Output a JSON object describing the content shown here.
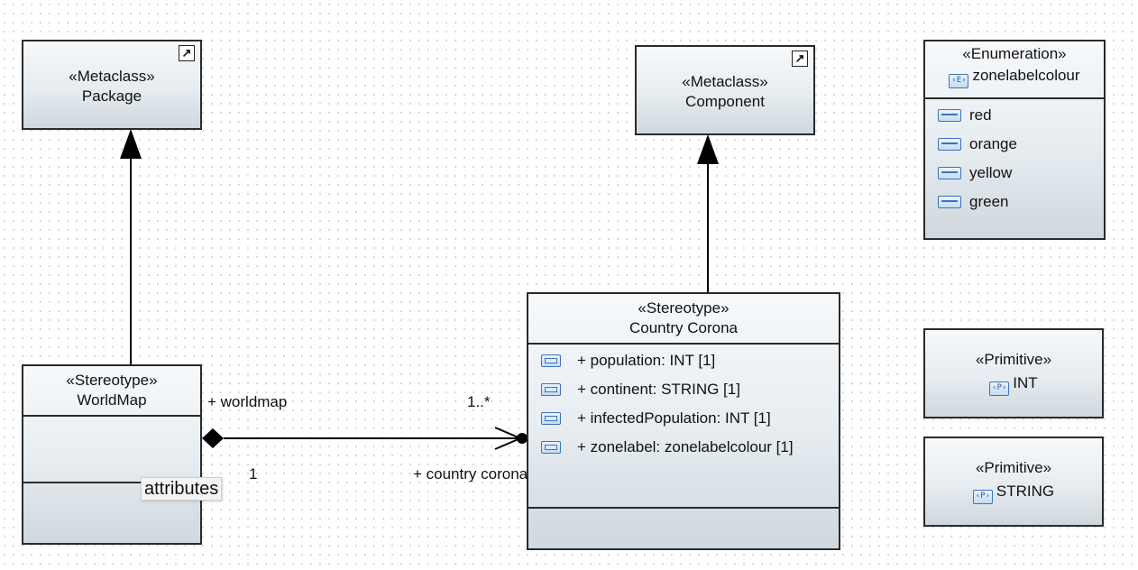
{
  "package_class": {
    "stereotype": "«Metaclass»",
    "name": "Package"
  },
  "component_class": {
    "stereotype": "«Metaclass»",
    "name": "Component"
  },
  "enumeration": {
    "stereotype": "«Enumeration»",
    "name": "zonelabelcolour",
    "badge": "‹E›",
    "literals": [
      "red",
      "orange",
      "yellow",
      "green"
    ]
  },
  "worldmap": {
    "stereotype": "«Stereotype»",
    "name": "WorldMap"
  },
  "country": {
    "stereotype": "«Stereotype»",
    "name": "Country Corona",
    "attributes": [
      "+ population: INT [1]",
      "+ continent: STRING [1]",
      "+ infectedPopulation: INT [1]",
      "+ zonelabel: zonelabelcolour [1]"
    ]
  },
  "primitive_int": {
    "stereotype": "«Primitive»",
    "name": "INT",
    "badge": "‹P›"
  },
  "primitive_string": {
    "stereotype": "«Primitive»",
    "name": "STRING",
    "badge": "‹P›"
  },
  "association": {
    "source_role": "+ worldmap",
    "source_multiplicity": "1",
    "target_role": "+ country corona",
    "target_multiplicity": "1..*"
  },
  "tooltip": "attributes",
  "icons": {
    "shortcut": "↗",
    "attribute": "property-icon",
    "literal": "enum-literal-icon"
  },
  "colors": {
    "line": "#000000",
    "border": "#2a2a2a",
    "icon_blue": "#3f73b5"
  }
}
